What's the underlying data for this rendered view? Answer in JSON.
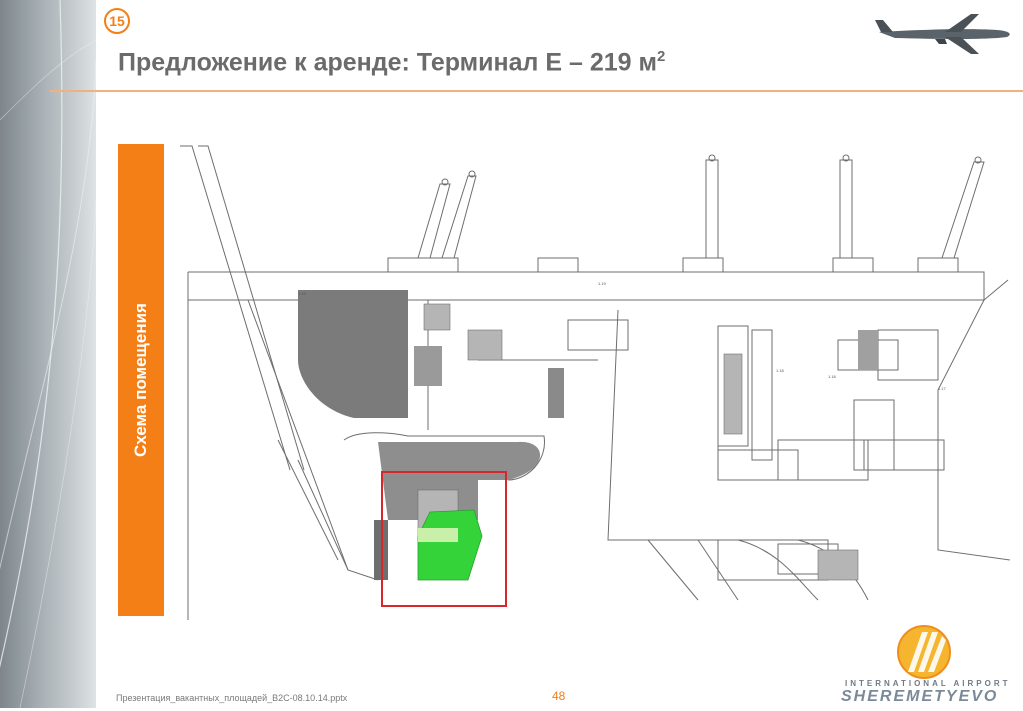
{
  "slide": {
    "number": "15",
    "title_main": "Предложение к аренде: Терминал Е – 219 м",
    "title_sup": "2",
    "side_label": "Схема помещения",
    "footer_file": "Презентация_вакантных_площадей_B2C-08.10.14.pptx",
    "page_number": "48"
  },
  "logo": {
    "line1": "INTERNATIONAL AIRPORT",
    "line2": "SHEREMETYEVO"
  },
  "colors": {
    "accent": "#f47f16",
    "highlight_frame": "#d9262c",
    "highlight_area": "#35d33a",
    "plan_gray": "#7b7b7b"
  },
  "icons": [
    "airplane-icon",
    "sheremetyevo-logo-icon"
  ]
}
